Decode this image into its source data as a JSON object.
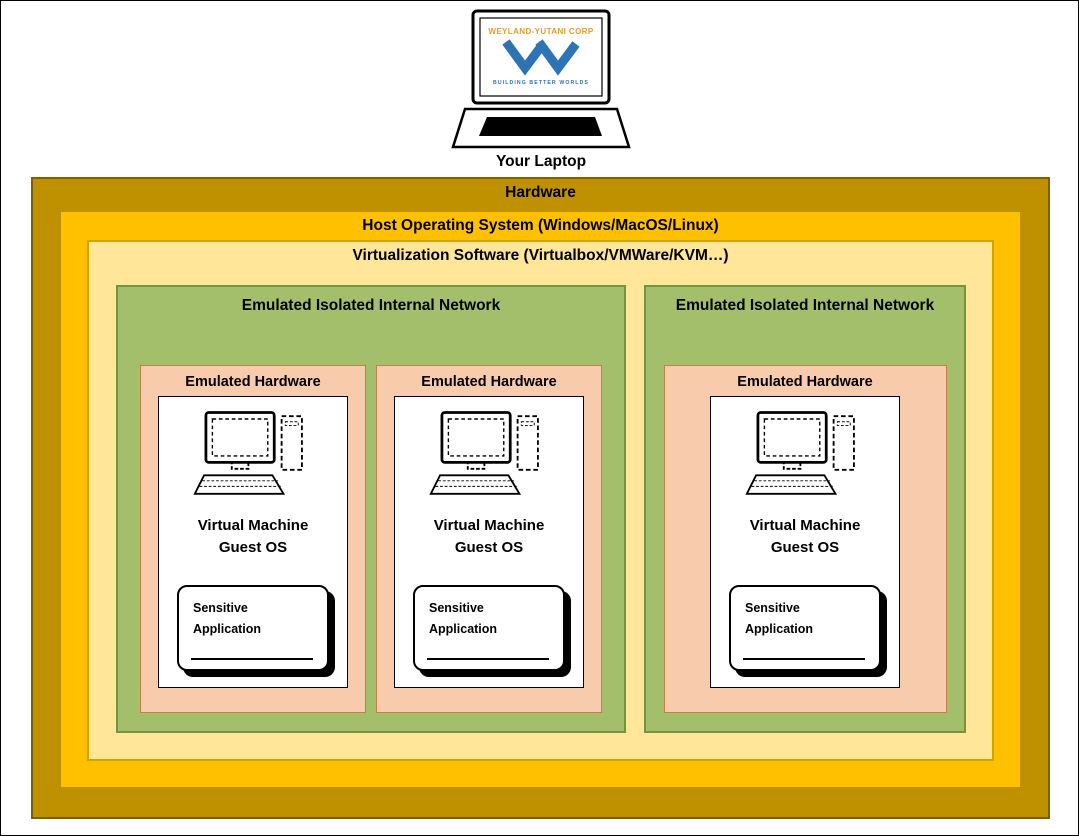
{
  "laptop": {
    "label": "Your Laptop",
    "logo_company": "WEYLAND-YUTANI CORP",
    "logo_tagline": "BUILDING BETTER WORLDS"
  },
  "layers": {
    "hardware_label": "Hardware",
    "host_os_label": "Host Operating System (Windows/MacOS/Linux)",
    "virtualization_label": "Virtualization Software (Virtualbox/VMWare/KVM…)"
  },
  "networks": [
    {
      "label": "Emulated Isolated Internal Network",
      "vms": [
        {
          "hardware_label": "Emulated Hardware",
          "vm_label_lines": [
            "Virtual Machine",
            "Guest OS"
          ],
          "app_label_lines": [
            "Sensitive",
            "Application"
          ]
        },
        {
          "hardware_label": "Emulated Hardware",
          "vm_label_lines": [
            "Virtual Machine",
            "Guest OS"
          ],
          "app_label_lines": [
            "Sensitive",
            "Application"
          ]
        }
      ]
    },
    {
      "label": "Emulated Isolated Internal Network",
      "vms": [
        {
          "hardware_label": "Emulated Hardware",
          "vm_label_lines": [
            "Virtual Machine",
            "Guest OS"
          ],
          "app_label_lines": [
            "Sensitive",
            "Application"
          ]
        }
      ]
    }
  ],
  "colors": {
    "hardware_fill": "#BF9000",
    "host_os_fill": "#FFC000",
    "virtualization_fill": "#FFE699",
    "network_fill": "#A3BF6B",
    "emulated_hardware_fill": "#F8CBAD",
    "logo_company_color": "#E49C2E",
    "logo_blue": "#2E74B5"
  }
}
